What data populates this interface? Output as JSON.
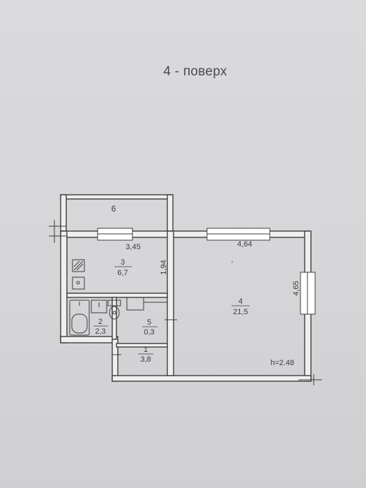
{
  "title": "4 - поверх",
  "rooms": [
    {
      "id": "6",
      "area": ""
    },
    {
      "id": "3",
      "area": "6,7"
    },
    {
      "id": "4",
      "area": "21,5"
    },
    {
      "id": "2",
      "area": "2,3"
    },
    {
      "id": "5",
      "area": "0,3"
    },
    {
      "id": "1",
      "area": "3,8"
    }
  ],
  "dimensions": {
    "kitchen_width": "3,45",
    "kitchen_depth": "1,94",
    "living_width": "4,64",
    "living_depth": "4,65",
    "ceiling_height": "h=2.48"
  },
  "colors": {
    "paper": "#d8d8da",
    "ink": "#3c3c3f",
    "wall_fill": "#f0f0f0"
  }
}
